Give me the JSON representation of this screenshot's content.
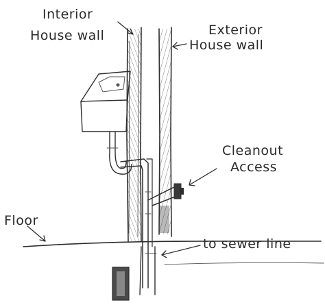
{
  "labels": {
    "interior_line1": "Interior",
    "interior_line2": "House wall",
    "exterior_line1": "Exterior",
    "exterior_line2": "House wall",
    "cleanout_line1": "Cleanout",
    "cleanout_line2": "Access",
    "floor": "Floor",
    "sewer": "to sewer line"
  },
  "colors": {
    "ink": "#2e2e2e",
    "paper": "#ffffff"
  }
}
